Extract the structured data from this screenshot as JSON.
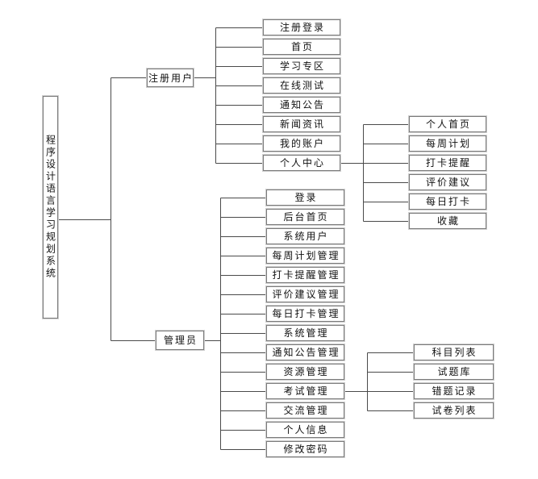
{
  "root": {
    "label": "程序设计语言学习规划系统"
  },
  "registered_user": {
    "label": "注册用户",
    "children": [
      "注册登录",
      "首页",
      "学习专区",
      "在线测试",
      "通知公告",
      "新闻资讯",
      "我的账户",
      "个人中心"
    ]
  },
  "personal_center": {
    "children": [
      "个人首页",
      "每周计划",
      "打卡提醒",
      "评价建议",
      "每日打卡",
      "收藏"
    ]
  },
  "admin": {
    "label": "管理员",
    "children": [
      "登录",
      "后台首页",
      "系统用户",
      "每周计划管理",
      "打卡提醒管理",
      "评价建议管理",
      "每日打卡管理",
      "系统管理",
      "通知公告管理",
      "资源管理",
      "考试管理",
      "交流管理",
      "个人信息",
      "修改密码"
    ]
  },
  "exam_management": {
    "children": [
      "科目列表",
      "试题库",
      "错题记录",
      "试卷列表"
    ]
  },
  "colors": {
    "box_border": "#7b7b7b",
    "box_outer_edge": "#cfcfcf",
    "connector_line": "#4a4a4a",
    "text": "#111111",
    "background": "#ffffff"
  }
}
